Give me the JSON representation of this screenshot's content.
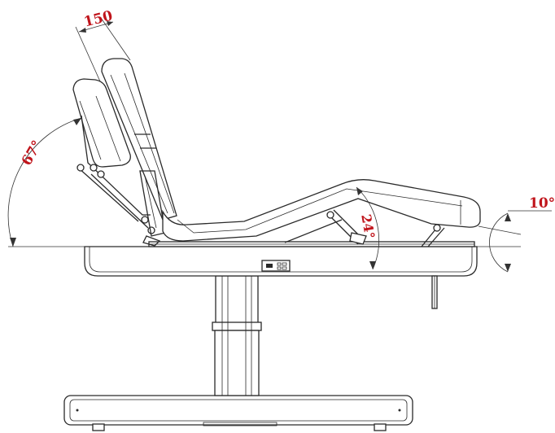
{
  "dimensions": {
    "headrest_offset": "150",
    "backrest_angle": "67°",
    "leg_section_angle": "24°",
    "foot_section_angle": "10°"
  },
  "colors": {
    "annotation": "#c0141b",
    "line": "#2a2a2a",
    "background": "#ffffff"
  }
}
